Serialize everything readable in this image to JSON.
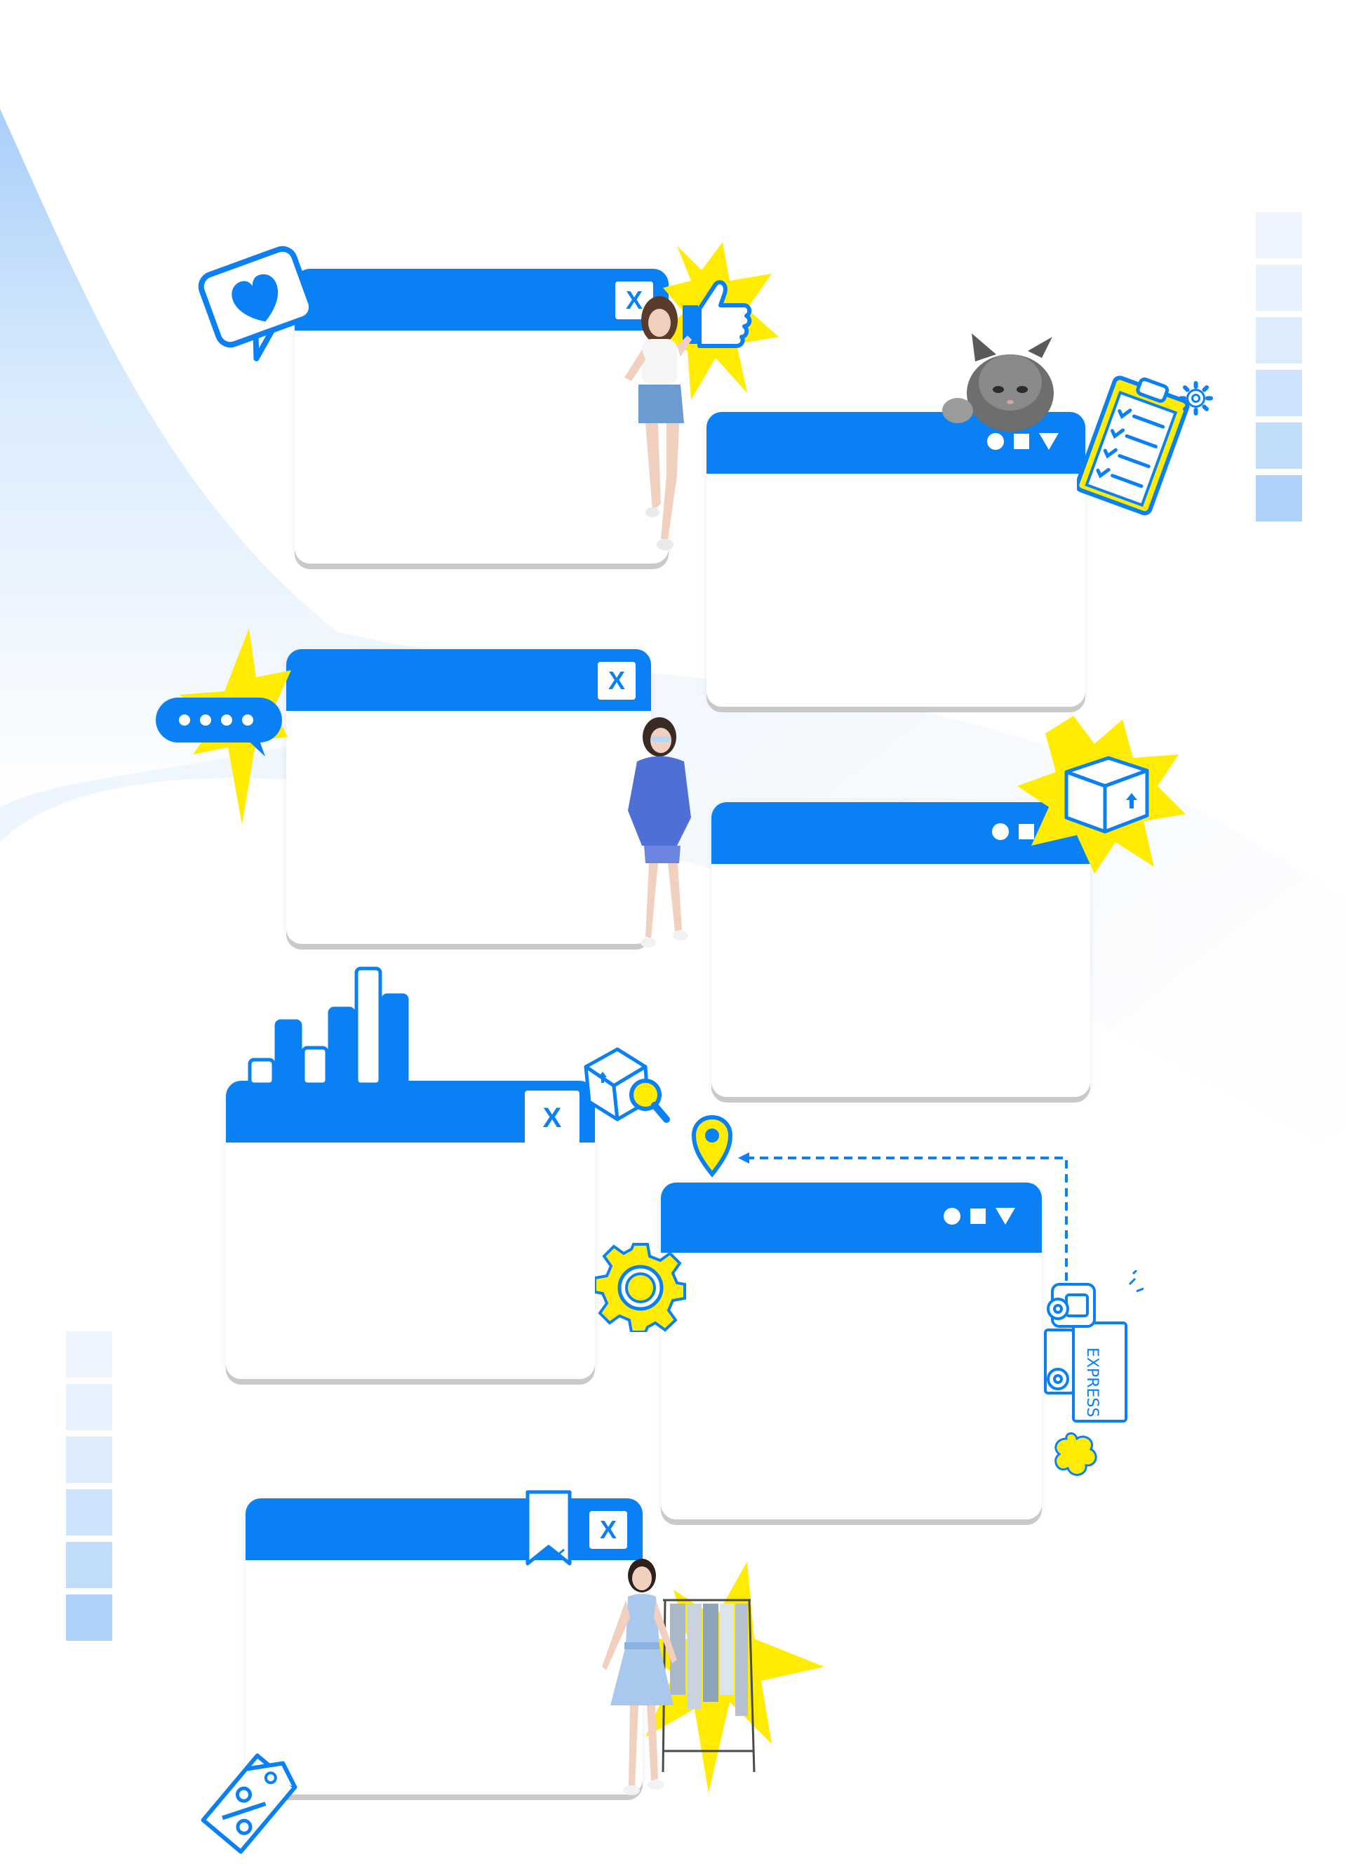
{
  "colors": {
    "primary_blue": "#0a80f5",
    "accent_yellow": "#ffec00",
    "light_blue": "#d7e9fd",
    "white": "#ffffff"
  },
  "swatches_right": [
    "#eef5fe",
    "#e6f1fe",
    "#ddecfd",
    "#cde3fc",
    "#c2dcfb",
    "#afd2fa"
  ],
  "swatches_left": [
    "#eef5fe",
    "#e6f1fe",
    "#ddecfd",
    "#cde3fc",
    "#c2dcfb",
    "#afd2fa"
  ],
  "windows": [
    {
      "id": "window-1",
      "control": "close",
      "close_label": "X"
    },
    {
      "id": "window-2",
      "control": "minmax"
    },
    {
      "id": "window-3",
      "control": "close",
      "close_label": "X"
    },
    {
      "id": "window-4",
      "control": "minmax"
    },
    {
      "id": "window-5",
      "control": "close",
      "close_label": "X"
    },
    {
      "id": "window-6",
      "control": "minmax"
    },
    {
      "id": "window-7",
      "control": "close",
      "close_label": "X"
    }
  ],
  "decorations": {
    "truck_label": "EXPRESS",
    "icons": [
      "heart-speech-bubble-icon",
      "thumbs-up-icon",
      "clipboard-checklist-icon",
      "gear-icon",
      "chat-bubble-icon",
      "package-box-icon",
      "bar-chart-icon",
      "box-search-icon",
      "location-pin-icon",
      "express-truck-icon",
      "price-tag-icon",
      "bookmark-icon"
    ],
    "photos": [
      "woman-photo",
      "cat-photo",
      "woman-blue-photo",
      "woman-dress-rack-photo"
    ]
  }
}
